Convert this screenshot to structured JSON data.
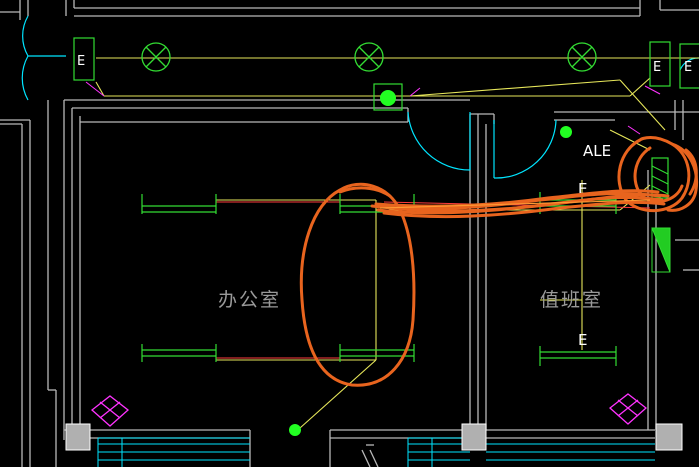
{
  "canvas": {
    "background": "#000000"
  },
  "colors": {
    "wall": "#b8b8b8",
    "door": "#00e5ff",
    "lighting": "#e6e65a",
    "fixture": "#33dd33",
    "cable": "#ff3b3b",
    "route": "#ff9933",
    "markup": "#e8641e",
    "column": "#b0b0b0",
    "magenta": "#ff33ff",
    "text": "#ffffff",
    "room_text": "#9a9a9a"
  },
  "rooms": [
    {
      "id": "office",
      "label": "办公室"
    },
    {
      "id": "duty-room",
      "label": "值班室"
    }
  ],
  "panel": {
    "label": "ALE"
  },
  "exit_sign_letter": "E",
  "symbols": {
    "ceiling_light": "crossed-circle-icon",
    "wall_lamp": "green-dot-icon",
    "exit_sign": "exit-sign-icon",
    "emergency_light": "triangle-icon",
    "fan_fixture": "magenta-diamond-icon",
    "structural_column": "column-square-icon"
  }
}
